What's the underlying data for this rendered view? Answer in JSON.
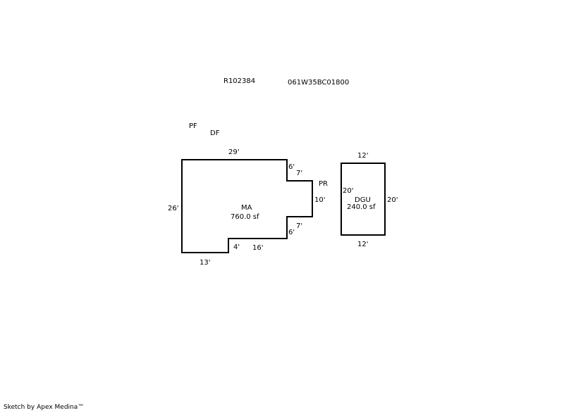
{
  "header": {
    "parcel_id": "R102384",
    "map_number": "061W35BC01800"
  },
  "notes": {
    "pf": "PF",
    "df": "DF",
    "pr": "PR"
  },
  "main_area": {
    "name": "MA",
    "area": "760.0 sf",
    "dims": {
      "top": "29'",
      "left": "26'",
      "bottom_left": "13'",
      "notch_v": "4'",
      "bottom_right": "16'",
      "step_upper_v": "6'",
      "step_upper_h": "7'",
      "right": "10'",
      "step_lower_h": "7'",
      "step_lower_v": "6'"
    }
  },
  "garage": {
    "name": "DGU",
    "area": "240.0 sf",
    "dims": {
      "top": "12'",
      "bottom": "12'",
      "left": "20'",
      "right": "20'"
    }
  },
  "footer": {
    "credit": "Sketch by Apex Medina™"
  }
}
